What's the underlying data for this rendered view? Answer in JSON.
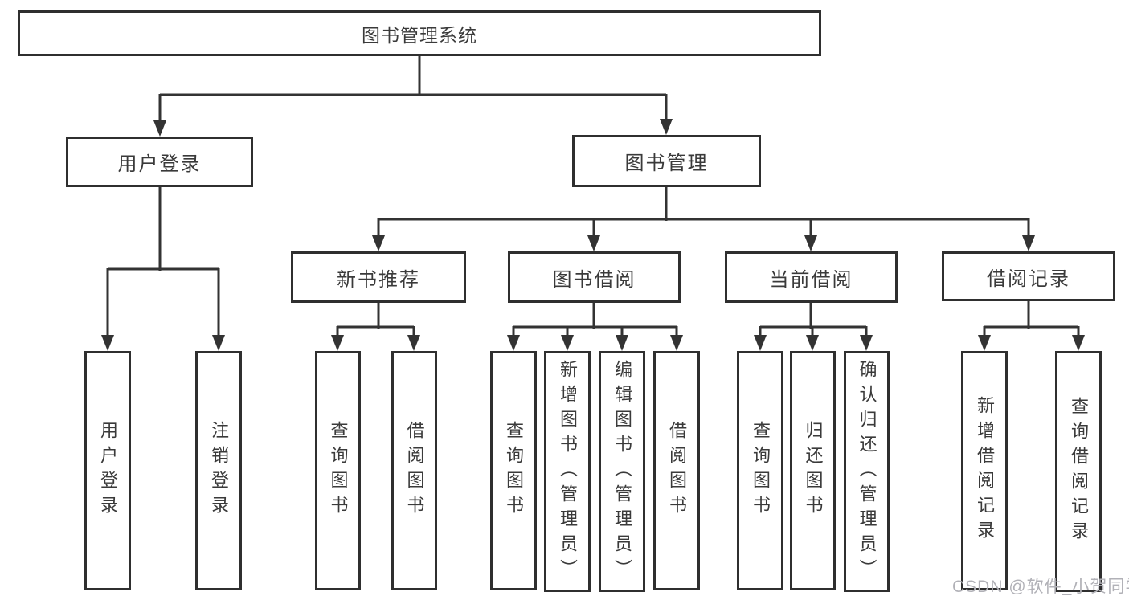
{
  "diagram": {
    "title": "图书管理系统",
    "type": "hierarchy-tree",
    "line_color": "#333333",
    "text_color": "#3a3a3a",
    "background_color": "#ffffff",
    "watermark": "CSDN @软件_小贺同学",
    "watermark_color": "#b1b1b7"
  },
  "nodes": {
    "root": {
      "label": "图书管理系统"
    },
    "user_login": {
      "label": "用户登录"
    },
    "book_management": {
      "label": "图书管理"
    },
    "new_book_recommend": {
      "label": "新书推荐"
    },
    "book_borrow": {
      "label": "图书借阅"
    },
    "current_borrow": {
      "label": "当前借阅"
    },
    "borrow_record": {
      "label": "借阅记录"
    },
    "leaf_user_login": {
      "label": "用户登录"
    },
    "leaf_logout": {
      "label": "注销登录"
    },
    "leaf_query_book_1": {
      "label": "查询图书"
    },
    "leaf_borrow_book_1": {
      "label": "借阅图书"
    },
    "leaf_query_book_2": {
      "label": "查询图书"
    },
    "leaf_add_book": {
      "label": "新增图书（管理员）"
    },
    "leaf_edit_book": {
      "label": "编辑图书（管理员）"
    },
    "leaf_borrow_book_2": {
      "label": "借阅图书"
    },
    "leaf_query_book_3": {
      "label": "查询图书"
    },
    "leaf_return_book": {
      "label": "归还图书"
    },
    "leaf_confirm_return": {
      "label": "确认归还（管理员）"
    },
    "leaf_add_borrow_record": {
      "label": "新增借阅记录"
    },
    "leaf_query_borrow_record": {
      "label": "查询借阅记录"
    }
  },
  "edges": {
    "root": [
      "user_login",
      "book_management"
    ],
    "user_login": [
      "leaf_user_login",
      "leaf_logout"
    ],
    "book_management": [
      "new_book_recommend",
      "book_borrow",
      "current_borrow",
      "borrow_record"
    ],
    "new_book_recommend": [
      "leaf_query_book_1",
      "leaf_borrow_book_1"
    ],
    "book_borrow": [
      "leaf_query_book_2",
      "leaf_add_book",
      "leaf_edit_book",
      "leaf_borrow_book_2"
    ],
    "current_borrow": [
      "leaf_query_book_3",
      "leaf_return_book",
      "leaf_confirm_return"
    ],
    "borrow_record": [
      "leaf_add_borrow_record",
      "leaf_query_borrow_record"
    ]
  }
}
